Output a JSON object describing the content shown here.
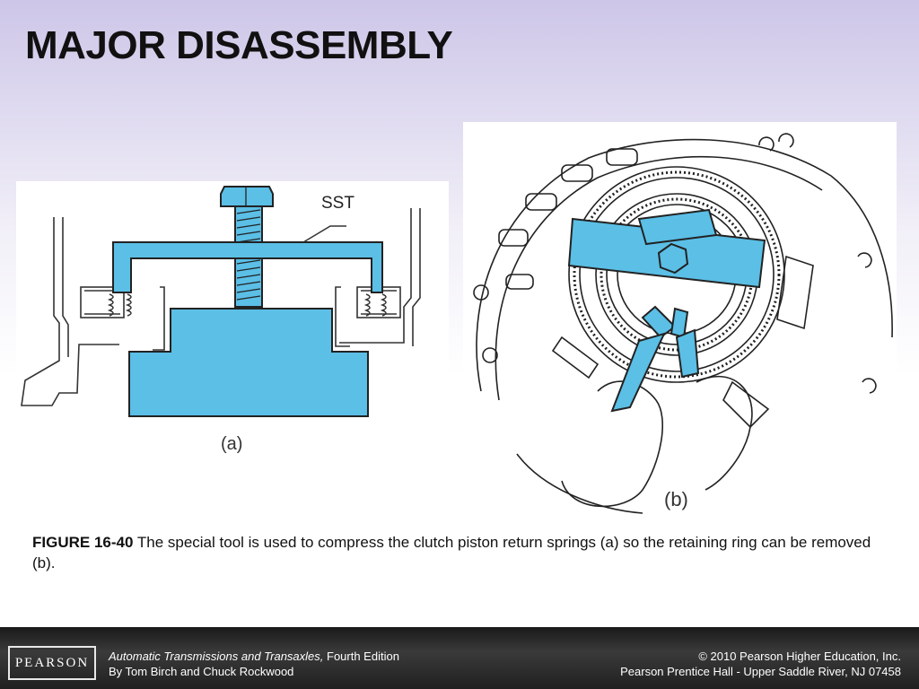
{
  "slide": {
    "title": "MAJOR DISASSEMBLY"
  },
  "figures": {
    "a": {
      "label": "(a)",
      "tool_label": "SST"
    },
    "b": {
      "label": "(b)"
    }
  },
  "caption": {
    "figure_number": "FIGURE 16-40",
    "text": " The special tool is used to compress the clutch piston return springs (a) so the retaining ring can be removed (b)."
  },
  "footer": {
    "logo_text": "PEARSON",
    "book_title": "Automatic Transmissions and Transaxles,",
    "edition": " Fourth Edition",
    "authors": "By Tom Birch and Chuck Rockwood",
    "copyright": "© 2010 Pearson Higher Education, Inc.",
    "publisher": "Pearson Prentice Hall - Upper Saddle River, NJ 07458"
  },
  "colors": {
    "tool_blue": "#5bbfe6",
    "title_background": "#cdc6e8",
    "footer_background": "#2a2a2a"
  }
}
